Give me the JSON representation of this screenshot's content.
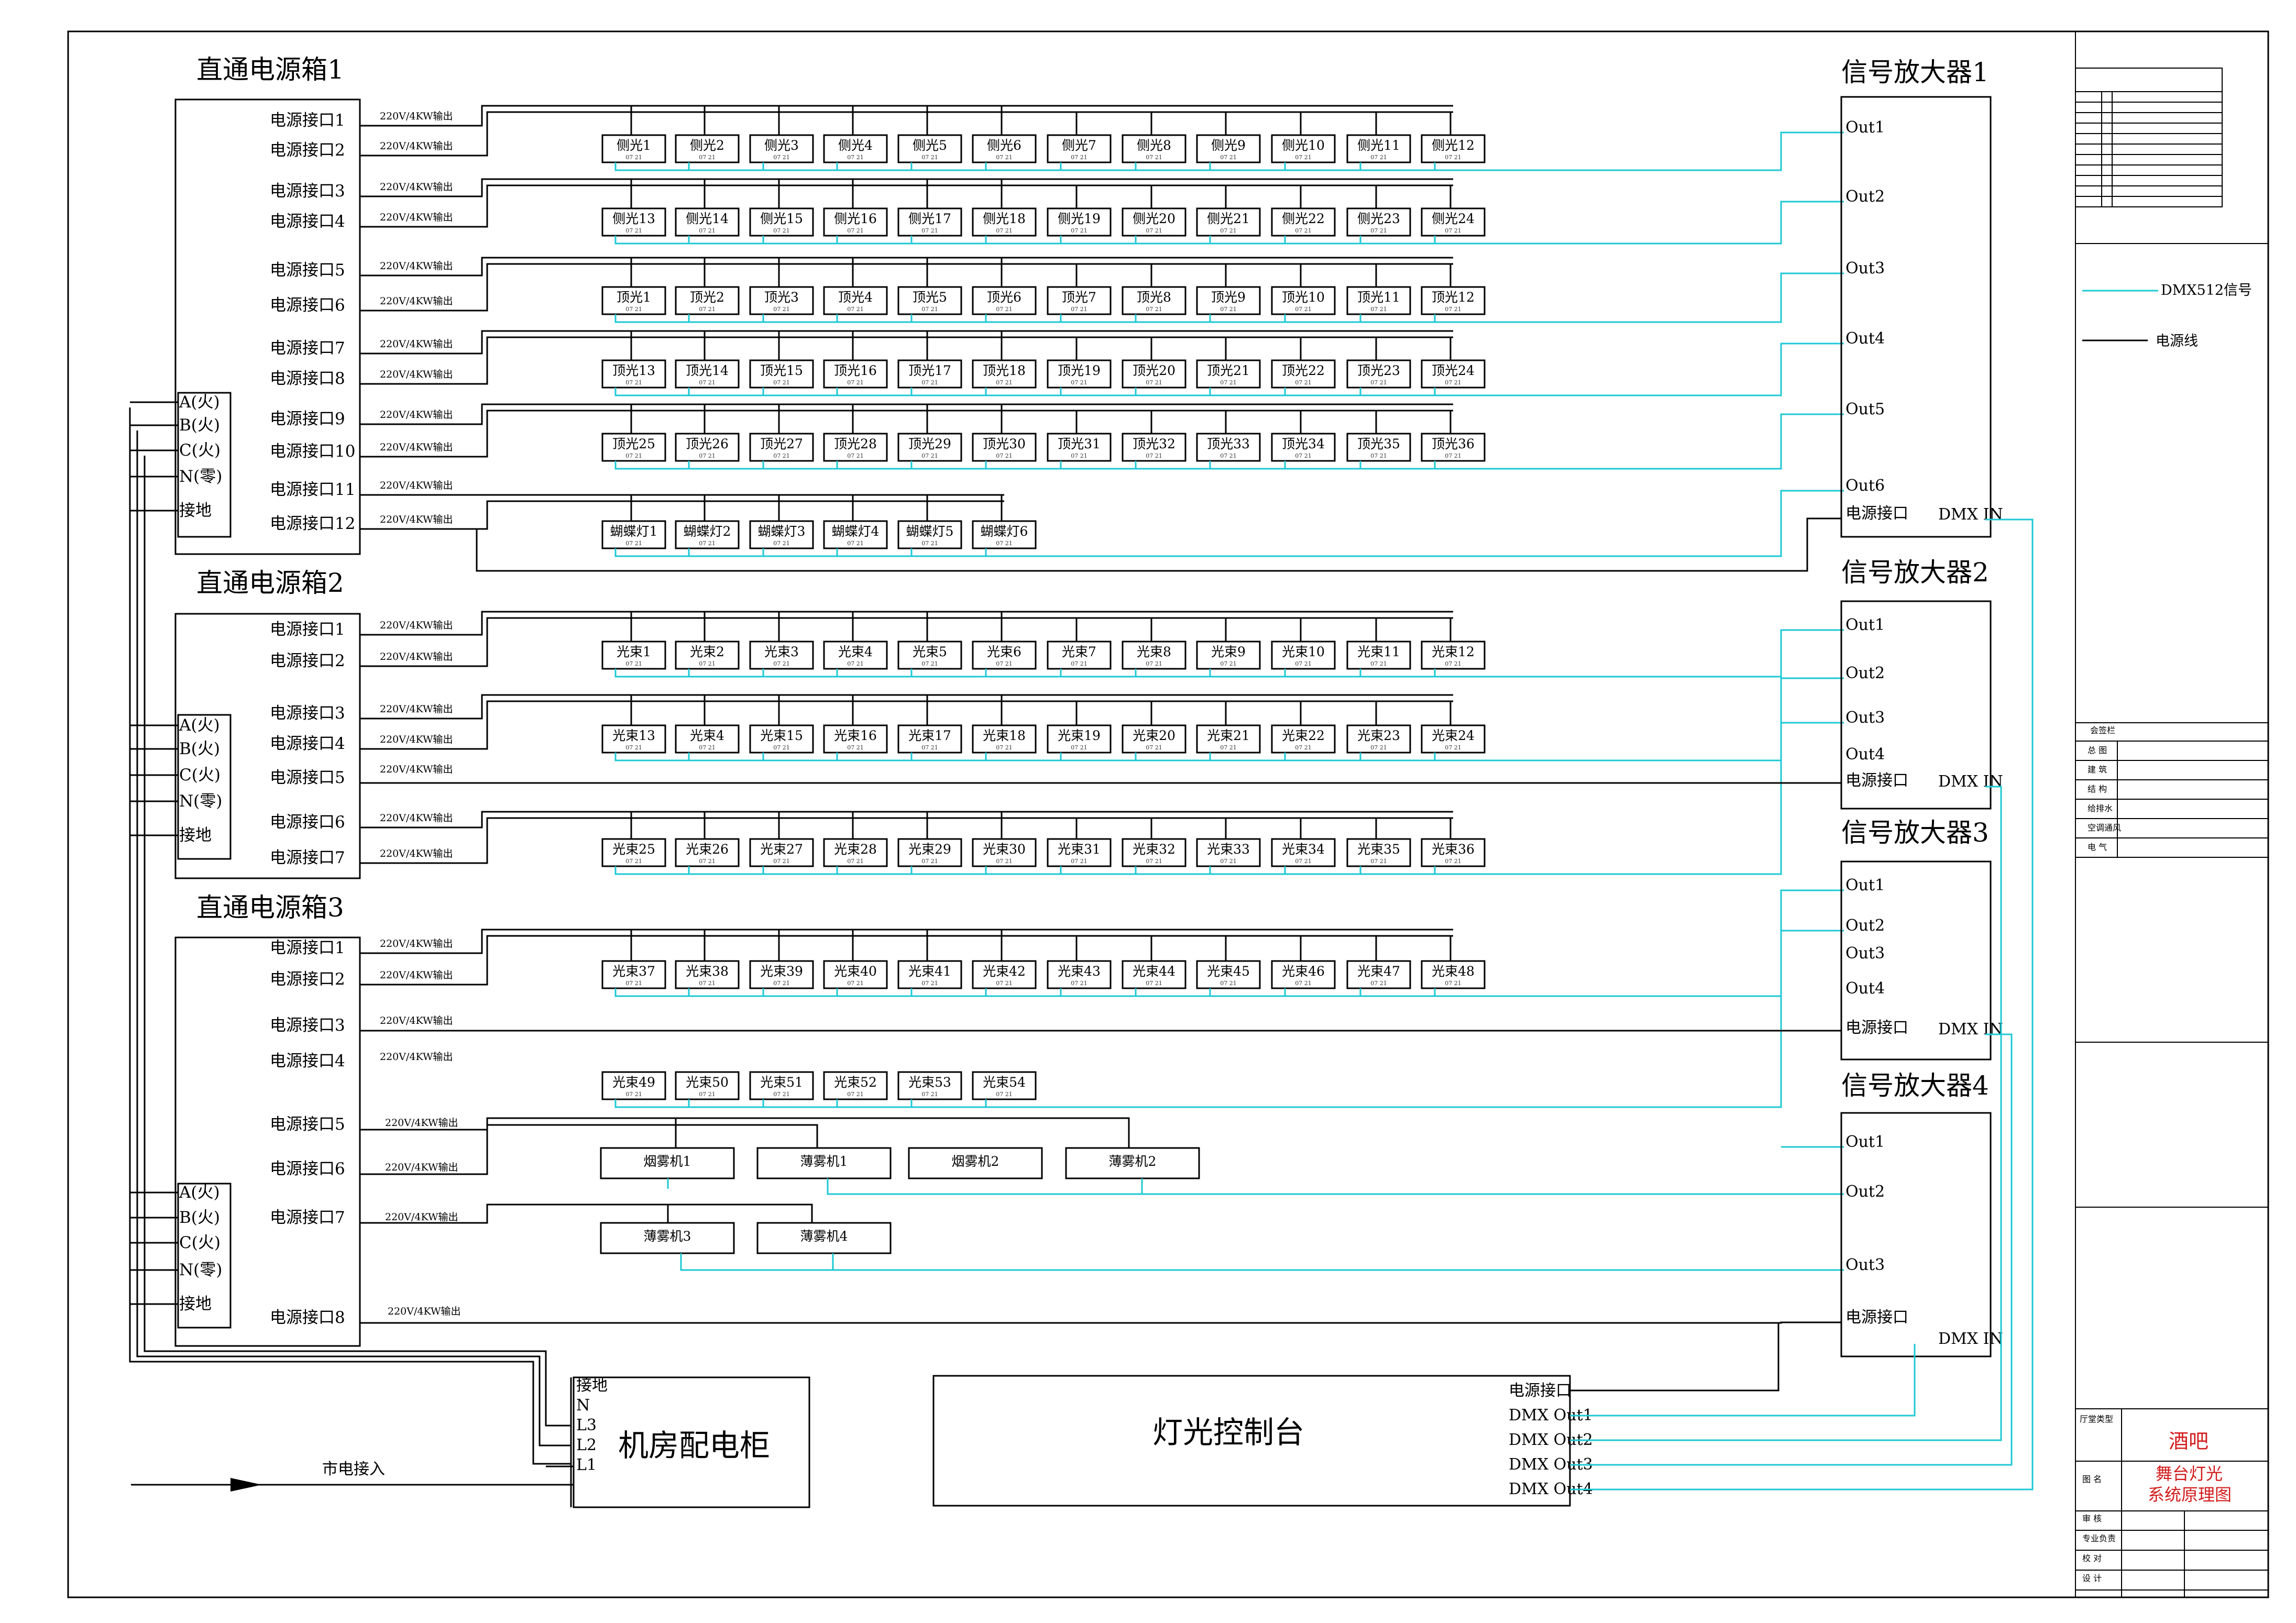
{
  "power_boxes": [
    {
      "title": "直通电源箱1",
      "phase": [
        "A(火)",
        "B(火)",
        "C(火)",
        "N(零)",
        "接地"
      ],
      "ports": [
        "电源接口1",
        "电源接口2",
        "电源接口3",
        "电源接口4",
        "电源接口5",
        "电源接口6",
        "电源接口7",
        "电源接口8",
        "电源接口9",
        "电源接口10",
        "电源接口11",
        "电源接口12"
      ]
    },
    {
      "title": "直通电源箱2",
      "phase": [
        "A(火)",
        "B(火)",
        "C(火)",
        "N(零)",
        "接地"
      ],
      "ports": [
        "电源接口1",
        "电源接口2",
        "电源接口3",
        "电源接口4",
        "电源接口5",
        "电源接口6",
        "电源接口7"
      ]
    },
    {
      "title": "直通电源箱3",
      "phase": [
        "A(火)",
        "B(火)",
        "C(火)",
        "N(零)",
        "接地"
      ],
      "ports": [
        "电源接口1",
        "电源接口2",
        "电源接口3",
        "电源接口4",
        "电源接口5",
        "电源接口6",
        "电源接口7",
        "电源接口8"
      ]
    }
  ],
  "power_out_label": "220V/4KW输出",
  "fixture_rows": [
    [
      "侧光1",
      "侧光2",
      "侧光3",
      "侧光4",
      "侧光5",
      "侧光6",
      "侧光7",
      "侧光8",
      "侧光9",
      "侧光10",
      "侧光11",
      "侧光12"
    ],
    [
      "侧光13",
      "侧光14",
      "侧光15",
      "侧光16",
      "侧光17",
      "侧光18",
      "侧光19",
      "侧光20",
      "侧光21",
      "侧光22",
      "侧光23",
      "侧光24"
    ],
    [
      "顶光1",
      "顶光2",
      "顶光3",
      "顶光4",
      "顶光5",
      "顶光6",
      "顶光7",
      "顶光8",
      "顶光9",
      "顶光10",
      "顶光11",
      "顶光12"
    ],
    [
      "顶光13",
      "顶光14",
      "顶光15",
      "顶光16",
      "顶光17",
      "顶光18",
      "顶光19",
      "顶光20",
      "顶光21",
      "顶光22",
      "顶光23",
      "顶光24"
    ],
    [
      "顶光25",
      "顶光26",
      "顶光27",
      "顶光28",
      "顶光29",
      "顶光30",
      "顶光31",
      "顶光32",
      "顶光33",
      "顶光34",
      "顶光35",
      "顶光36"
    ],
    [
      "蝴蝶灯1",
      "蝴蝶灯2",
      "蝴蝶灯3",
      "蝴蝶灯4",
      "蝴蝶灯5",
      "蝴蝶灯6"
    ],
    [
      "光束1",
      "光束2",
      "光束3",
      "光束4",
      "光束5",
      "光束6",
      "光束7",
      "光束8",
      "光束9",
      "光束10",
      "光束11",
      "光束12"
    ],
    [
      "光束13",
      "光束4",
      "光束15",
      "光束16",
      "光束17",
      "光束18",
      "光束19",
      "光束20",
      "光束21",
      "光束22",
      "光束23",
      "光束24"
    ],
    [
      "光束25",
      "光束26",
      "光束27",
      "光束28",
      "光束29",
      "光束30",
      "光束31",
      "光束32",
      "光束33",
      "光束34",
      "光束35",
      "光束36"
    ],
    [
      "光束37",
      "光束38",
      "光束39",
      "光束40",
      "光束41",
      "光束42",
      "光束43",
      "光束44",
      "光束45",
      "光束46",
      "光束47",
      "光束48"
    ],
    [
      "光束49",
      "光束50",
      "光束51",
      "光束52",
      "光束53",
      "光束54"
    ]
  ],
  "fog_row1": [
    "烟雾机1",
    "薄雾机1",
    "烟雾机2",
    "薄雾机2"
  ],
  "fog_row2": [
    "薄雾机3",
    "薄雾机4"
  ],
  "amplifiers": [
    {
      "title": "信号放大器1",
      "outs": [
        "Out1",
        "Out2",
        "Out3",
        "Out4",
        "Out5",
        "Out6"
      ]
    },
    {
      "title": "信号放大器2",
      "outs": [
        "Out1",
        "Out2",
        "Out3",
        "Out4"
      ]
    },
    {
      "title": "信号放大器3",
      "outs": [
        "Out1",
        "Out2",
        "Out3",
        "Out4"
      ]
    },
    {
      "title": "信号放大器4",
      "outs": [
        "Out1",
        "Out2",
        "Out3"
      ]
    }
  ],
  "amp_power": "电源接口",
  "amp_dmx": "DMX IN",
  "cabinet": {
    "title": "机房配电柜",
    "terms": [
      "接地",
      "N",
      "L3",
      "L2",
      "L1"
    ]
  },
  "mains": "市电接入",
  "console": {
    "title": "灯光控制台",
    "ports": [
      "电源接口",
      "DMX Out1",
      "DMX Out2",
      "DMX Out3",
      "DMX Out4"
    ]
  },
  "legend": {
    "dmx": "DMX512信号",
    "power": "电源线"
  },
  "colors": {
    "dmx": "#1cc8d4",
    "power": "#000000",
    "title_red": "#d21c1c"
  },
  "title_block": {
    "project_type": "酒吧",
    "drawing_title_1": "舞台灯光",
    "drawing_title_2": "系统原理图",
    "sign_header": "会签栏",
    "sign_rows": [
      "总 图",
      "建 筑",
      "结 构",
      "给排水",
      "空调通风",
      "电 气"
    ],
    "project_label": "厅堂类型",
    "drawing_label": "图 名",
    "roles": [
      "审 核",
      "专业负责",
      "校 对",
      "设 计"
    ]
  }
}
